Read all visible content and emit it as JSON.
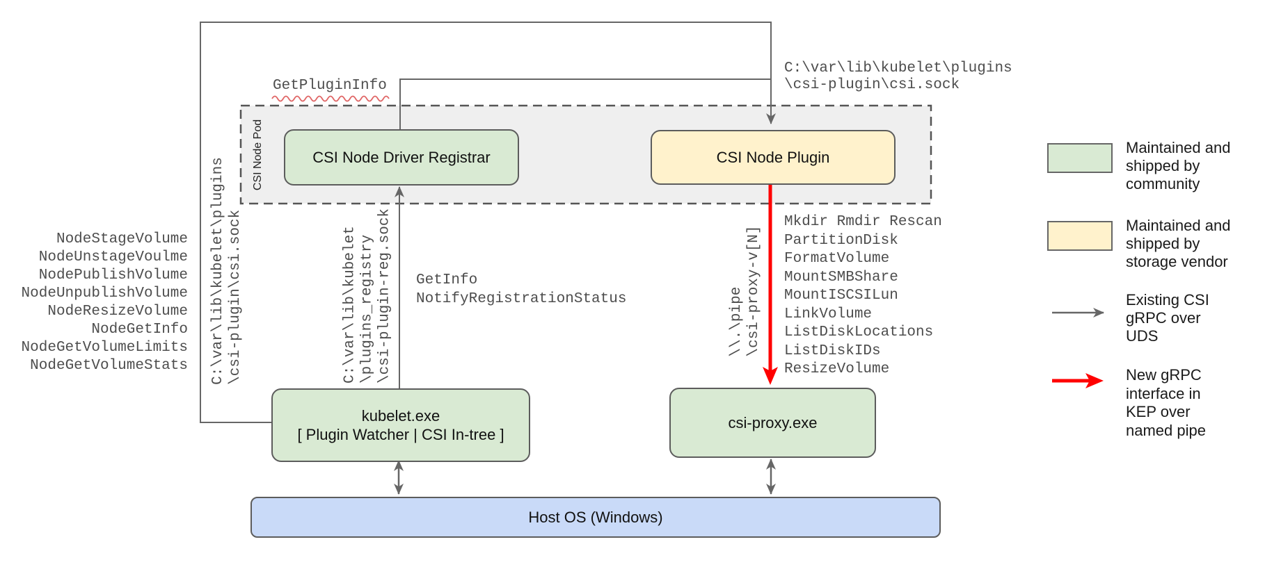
{
  "diagram": {
    "pod_label": "CSI Node Pod",
    "boxes": {
      "registrar": "CSI Node Driver Registrar",
      "plugin": "CSI Node Plugin",
      "kubelet_line1": "kubelet.exe",
      "kubelet_line2": "[ Plugin Watcher | CSI In-tree ]",
      "proxy": "csi-proxy.exe",
      "host": "Host OS (Windows)"
    },
    "labels": {
      "get_plugin_info": "GetPluginInfo",
      "csi_sock_path_top": "C:\\var\\lib\\kubelet\\plugins\n\\csi-plugin\\csi.sock",
      "csi_sock_path_left": "C:\\var\\lib\\kubelet\\plugins\n\\csi-plugin\\csi.sock",
      "registration_path": "C:\\var\\lib\\kubelet\n\\plugins_registry\n\\csi-plugin-reg.sock",
      "registration_calls": "GetInfo\nNotifyRegistrationStatus",
      "named_pipe_path": "\\\\.\\pipe\n\\csi-proxy-v[N]"
    },
    "node_methods": [
      "NodeStageVolume",
      "NodeUnstageVoulme",
      "NodePublishVolume",
      "NodeUnpublishVolume",
      "NodeResizeVolume",
      "NodeGetInfo",
      "NodeGetVolumeLimits",
      "NodeGetVolumeStats"
    ],
    "proxy_methods": [
      "Mkdir Rmdir Rescan",
      "PartitionDisk",
      "FormatVolume",
      "MountSMBShare",
      "MountISCSILun",
      "LinkVolume",
      "ListDiskLocations",
      "ListDiskIDs",
      "ResizeVolume"
    ]
  },
  "legend": {
    "community": {
      "label": "Maintained and\nshipped by\ncommunity"
    },
    "vendor": {
      "label": "Maintained and\nshipped by\nstorage vendor"
    },
    "uds": {
      "label": "Existing CSI\ngRPC over\nUDS"
    },
    "named_pipe": {
      "label": "New gRPC\ninterface in\nKEP over\nnamed pipe"
    }
  },
  "colors": {
    "community_green": "#d9ead3",
    "vendor_yellow": "#fff2cc",
    "host_blue": "#c9daf8",
    "pod_gray": "#efefef",
    "line_gray": "#666666",
    "new_grpc_red": "#ff0000",
    "squiggle_red": "#e06666"
  }
}
